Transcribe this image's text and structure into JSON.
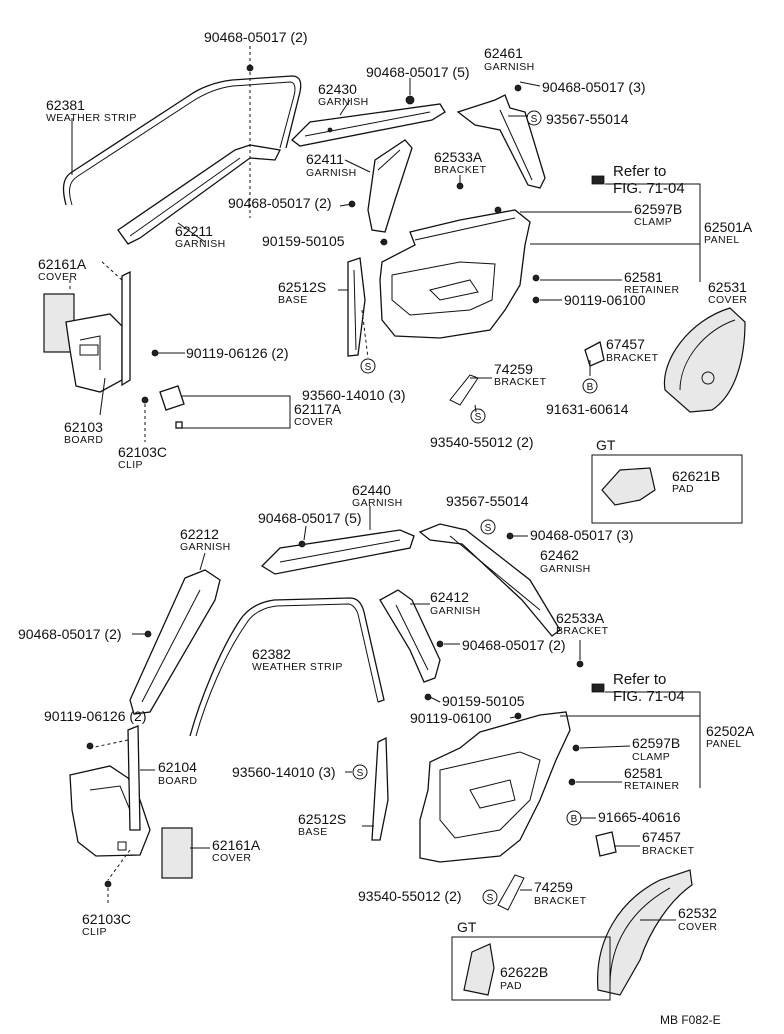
{
  "diagram": {
    "footer_code": "MB   F082-E",
    "gt_label": "GT",
    "s_marker": "S",
    "b_marker": "B",
    "upper": {
      "p_90468_top": "90468-05017 (2)",
      "p_62381": "62381",
      "n_62381": "WEATHER STRIP",
      "p_62430": "62430",
      "n_62430": "GARNISH",
      "p_90468_5": "90468-05017 (5)",
      "p_62461": "62461",
      "n_62461": "GARNISH",
      "p_90468_3": "90468-05017 (3)",
      "p_93567": "93567-55014",
      "p_62411": "62411",
      "n_62411": "GARNISH",
      "p_62533A": "62533A",
      "n_62533A": "BRACKET",
      "p_refer": "Refer to",
      "p_fig": "FIG. 71-04",
      "p_62597B": "62597B",
      "n_62597B": "CLAMP",
      "p_62501A": "62501A",
      "n_62501A": "PANEL",
      "p_90468_2": "90468-05017 (2)",
      "p_62211": "62211",
      "n_62211": "GARNISH",
      "p_90159": "90159-50105",
      "p_62161A": "62161A",
      "n_62161A": "COVER",
      "p_62512S": "62512S",
      "n_62512S": "BASE",
      "p_62581": "62581",
      "n_62581": "RETAINER",
      "p_62531": "62531",
      "n_62531": "COVER",
      "p_90119_06100": "90119-06100",
      "p_67457": "67457",
      "n_67457": "BRACKET",
      "p_90119_06126": "90119-06126 (2)",
      "p_74259": "74259",
      "n_74259": "BRACKET",
      "p_93560": "93560-14010 (3)",
      "p_91631": "91631-60614",
      "p_62117A": "62117A",
      "n_62117A": "COVER",
      "p_62103": "62103",
      "n_62103": "BOARD",
      "p_62103C": "62103C",
      "n_62103C": "CLIP",
      "p_93540": "93540-55012 (2)",
      "p_62621B": "62621B",
      "n_62621B": "PAD"
    },
    "lower": {
      "p_62440": "62440",
      "n_62440": "GARNISH",
      "p_93567": "93567-55014",
      "p_62212": "62212",
      "n_62212": "GARNISH",
      "p_90468_5": "90468-05017 (5)",
      "p_90468_3": "90468-05017 (3)",
      "p_62462": "62462",
      "n_62462": "GARNISH",
      "p_62412": "62412",
      "n_62412": "GARNISH",
      "p_62533A": "62533A",
      "n_62533A": "BRACKET",
      "p_90468_2a": "90468-05017 (2)",
      "p_90468_2b": "90468-05017 (2)",
      "p_62382": "62382",
      "n_62382": "WEATHER STRIP",
      "p_refer": "Refer to",
      "p_fig": "FIG. 71-04",
      "p_90159": "90159-50105",
      "p_90119_06126": "90119-06126 (2)",
      "p_90119_06100": "90119-06100",
      "p_62502A": "62502A",
      "n_62502A": "PANEL",
      "p_62104": "62104",
      "n_62104": "BOARD",
      "p_93560": "93560-14010 (3)",
      "p_62597B": "62597B",
      "n_62597B": "CLAMP",
      "p_62581": "62581",
      "n_62581": "RETAINER",
      "p_62512S": "62512S",
      "n_62512S": "BASE",
      "p_91665": "91665-40616",
      "p_67457": "67457",
      "n_67457": "BRACKET",
      "p_62161A": "62161A",
      "n_62161A": "COVER",
      "p_74259": "74259",
      "n_74259": "BRACKET",
      "p_93540": "93540-55012 (2)",
      "p_62532": "62532",
      "n_62532": "COVER",
      "p_62103C": "62103C",
      "n_62103C": "CLIP",
      "p_62622B": "62622B",
      "n_62622B": "PAD"
    }
  }
}
